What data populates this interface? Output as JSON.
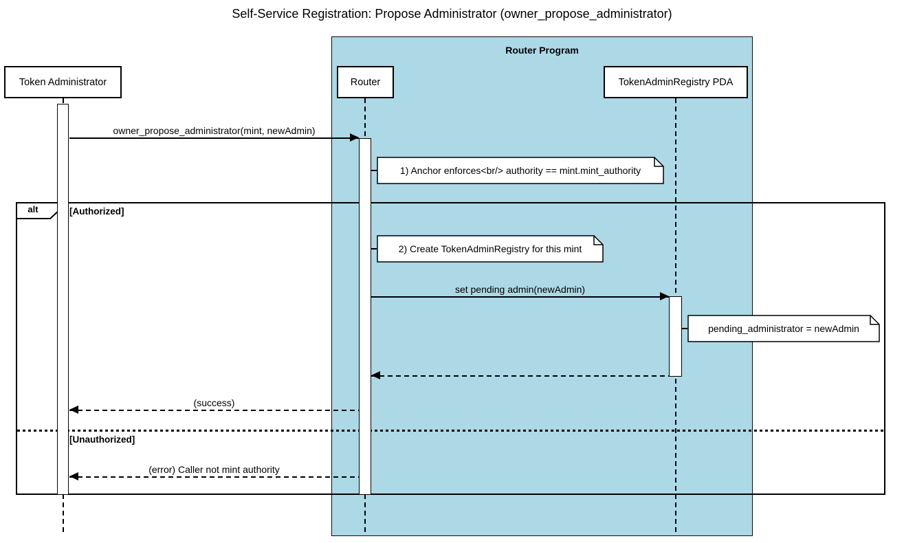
{
  "diagram": {
    "title": "Self-Service Registration: Propose Administrator (owner_propose_administrator)",
    "group": {
      "label": "Router Program",
      "color": "#ADD8E6"
    },
    "participants": [
      {
        "id": "token-administrator",
        "label": "Token Administrator"
      },
      {
        "id": "router",
        "label": "Router"
      },
      {
        "id": "registry-pda",
        "label": "TokenAdminRegistry PDA"
      }
    ],
    "messages": [
      {
        "from": "token-administrator",
        "to": "router",
        "style": "solid",
        "label": "owner_propose_administrator(mint, newAdmin)"
      },
      {
        "from": "router",
        "to": "registry-pda",
        "style": "solid",
        "label": "set pending admin(newAdmin)"
      },
      {
        "from": "registry-pda",
        "to": "router",
        "style": "dashed",
        "label": ""
      },
      {
        "from": "router",
        "to": "token-administrator",
        "style": "dashed",
        "label": "(success)"
      },
      {
        "from": "router",
        "to": "token-administrator",
        "style": "dashed",
        "label": "(error) Caller not mint authority"
      }
    ],
    "notes": [
      {
        "text": "1) Anchor enforces<br/> authority == mint.mint_authority"
      },
      {
        "text": "2) Create TokenAdminRegistry for this mint"
      },
      {
        "text": "pending_administrator = newAdmin"
      }
    ],
    "alt": {
      "operator": "alt",
      "branches": [
        "[Authorized]",
        "[Unauthorized]"
      ]
    }
  }
}
